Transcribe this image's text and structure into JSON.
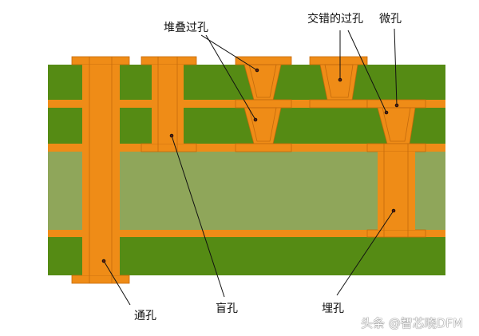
{
  "labels": {
    "stacked_via": "堆叠过孔",
    "staggered_via": "交错的过孔",
    "microvia": "微孔",
    "through_hole": "通孔",
    "blind_via": "盲孔",
    "buried_via": "埋孔"
  },
  "watermark": "头条 @智芯晓DFM",
  "colors": {
    "prepreg": "#558b14",
    "core": "#8fa65a",
    "copper": "#ef8c17",
    "copper_edge": "#c46a0c"
  }
}
